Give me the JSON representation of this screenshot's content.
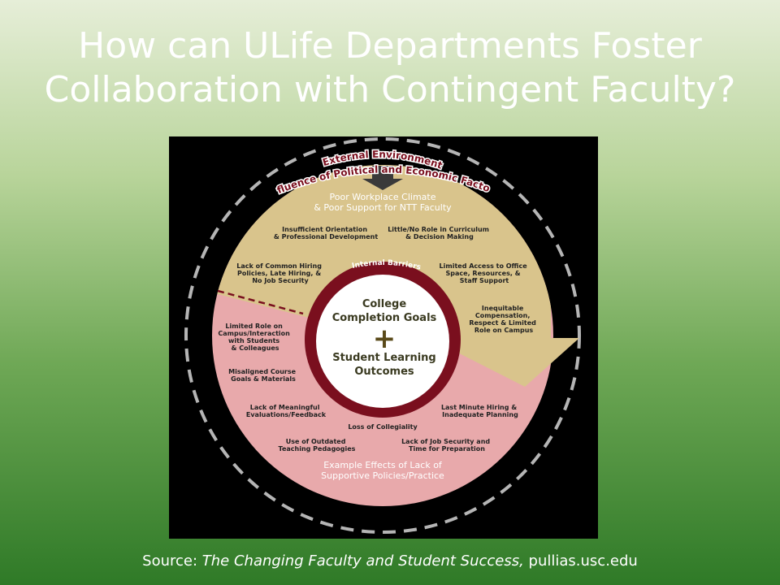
{
  "slide": {
    "title_line1": "How can ULife Departments Foster",
    "title_line2": "Collaboration with Contingent Faculty?"
  },
  "diagram": {
    "outer_arc": {
      "line1": "External Environment",
      "line2": "Influence of Political and Economic Factors"
    },
    "climate_heading": {
      "line1": "Poor Workplace Climate",
      "line2": "& Poor Support for NTT Faculty"
    },
    "internal_barriers_label": "Internal Barriers",
    "barriers": [
      [
        "Insufficient Orientation",
        "& Professional Development"
      ],
      [
        "Little/No Role in Curriculum",
        "& Decision Making"
      ],
      [
        "Lack of Common Hiring",
        "Policies, Late Hiring, &",
        "No Job Security"
      ],
      [
        "Limited Access to Office",
        "Space, Resources, &",
        "Staff Support"
      ],
      [
        "Inequitable",
        "Compensation,",
        "Respect & Limited",
        "Role on Campus"
      ]
    ],
    "effects": [
      [
        "Limited Role on",
        "Campus/Interaction",
        "with Students",
        "& Colleagues"
      ],
      [
        "Misaligned Course",
        "Goals & Materials"
      ],
      [
        "Lack of Meaningful",
        "Evaluations/Feedback"
      ],
      [
        "Last Minute Hiring &",
        "Inadequate Planning"
      ],
      [
        "Loss of Collegiality"
      ],
      [
        "Use of Outdated",
        "Teaching Pedagogies"
      ],
      [
        "Lack of Job Security and",
        "Time for Preparation"
      ]
    ],
    "effects_heading": {
      "line1": "Example Effects of Lack of",
      "line2": "Supportive Policies/Practice"
    },
    "center": {
      "line1": "College",
      "line2": "Completion Goals",
      "plus": "+",
      "line3": "Student Learning",
      "line4": "Outcomes"
    },
    "colors": {
      "gold": "#d9c48c",
      "pink": "#e8a9ab",
      "maroon": "#7a0f1e",
      "panel": "#000000"
    }
  },
  "source": {
    "prefix": "Source: ",
    "italic": "The Changing Faculty and Student Success,",
    "suffix": " pullias.usc.edu"
  }
}
